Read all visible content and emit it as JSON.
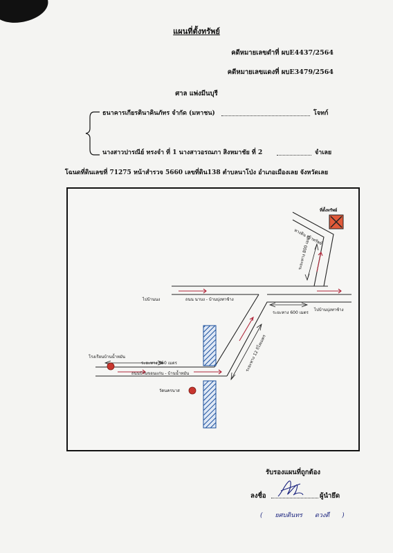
{
  "header": {
    "title": "แผนที่ตั้งทรัพย์",
    "case_black": "คดีหมายเลขดำที่  ผบE4437/2564",
    "case_red": "คดีหมายเลขแดงที่ ผบE3479/2564",
    "court": "ศาล  แพ่งมีนบุรี"
  },
  "parties": {
    "plaintiff": "ธนาคารเกียรตินาคินภัทร จำกัด (มหาชน)",
    "plaintiff_role": "โจทก์",
    "defendant": "นางสาวปารณีย์  ทรงจำ ที่ 1 นางสาวอรณภา  สิงหมาชัย ที่ 2",
    "defendant_role": "จำเลย"
  },
  "deed_line": "โฉนดที่ดินเลขที่ 71275 หน้าสำรวจ 5660 เลขที่ดิน138 ตำบลนาโป่ง อำเภอเมืองเลย จังหวัดเลย",
  "map": {
    "property_label": "ที่ตั้งทรัพย์",
    "soi_label": "ทางดิน เข้าทรัพย์",
    "dist_800": "ระยะทาง 800 เมตร",
    "to_na_mong": "ไปบ้านนง",
    "road_top": "ถนน นาบง - บ้านบุ่งทาช้าง",
    "to_bung": "ไปบ้านบุ่งทาช้าง",
    "dist_600": "ระยะทาง  600  เมตร",
    "dist_12km": "ระยะทาง 12 กิโลเมตร",
    "school": "โรงเรียนบ้านน้ำหมัน",
    "dist_550": "ระยะทาง  550 เมตร",
    "road_bottom": "ถนนบ้านขอนแก่น - บ้านน้ำหมัน",
    "temple": "วัดนครนาส"
  },
  "footer": {
    "certify": "รับรองแผนที่ถูกต้อง",
    "sign_label": "ลงชื่อ",
    "sign_role": "ผู้นำยึด",
    "name_open": "(",
    "name_first": "ยศบดินทร",
    "name_last": "ดวงดี",
    "name_close": ")"
  }
}
